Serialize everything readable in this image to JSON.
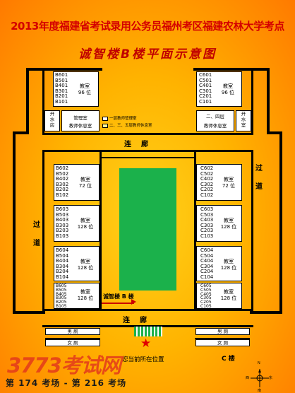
{
  "title": "2013年度福建省考试录用公务员福州考区福建农林大学考点",
  "subtitle": "诚智楼B楼平面示意图",
  "rooms": {
    "b_top": {
      "codes": "B601\nB501\nB401\nB301\nB201\nB101",
      "label": "教室\n96 位"
    },
    "c_top": {
      "codes": "C601\nC501\nC401\nC301\nC201\nC101",
      "label": "教室\n96 位"
    },
    "b2": {
      "codes": "B602\nB502\nB402\nB302\nB202\nB102",
      "label": "教室\n72 位"
    },
    "b3": {
      "codes": "B603\nB503\nB403\nB303\nB203\nB103",
      "label": "教室\n128 位"
    },
    "b4": {
      "codes": "B604\nB504\nB404\nB304\nB204\nB104",
      "label": "教室\n128 位"
    },
    "b5": {
      "codes": "B605\nB505\nB405\nB305\nB205\nB105",
      "label": "教室\n128 位"
    },
    "c2": {
      "codes": "C602\nC502\nC402\nC302\nC202\nC102",
      "label": "教室\n72 位"
    },
    "c3": {
      "codes": "C603\nC503\nC403\nC303\nC203\nC103",
      "label": "教室\n128 位"
    },
    "c4": {
      "codes": "C604\nC504\nC404\nC304\nC204\nC104",
      "label": "教室\n128 位"
    },
    "c5": {
      "codes": "C605\nC505\nC405\nC305\nC205\nC105",
      "label": "教室\n128 位"
    }
  },
  "small_rooms": {
    "b_water": "开\n水\n房",
    "b_manage": "管理室",
    "b_rest": "教师休息室",
    "c_floor": "二、四层",
    "c_rest": "教师休息室",
    "c_water": "开\n水\n室"
  },
  "legend": {
    "item1": "一层教师管理室",
    "item2": "二、三、五层教师休息室"
  },
  "corridor": {
    "top": "连廊",
    "bottom": "连廊"
  },
  "passage": {
    "left": "过\n\n道",
    "right": "过\n\n道"
  },
  "building_label": "诚智楼 B 楼",
  "toilets": {
    "left_male": "男 厕",
    "left_female": "女 厕",
    "right_male": "男 厕",
    "right_female": "女 厕"
  },
  "you_are_here": "您当前所在位置",
  "c_building": "C 楼",
  "footer": "第 174 考场 - 第 216 考场",
  "watermark": "3773考试网",
  "compass": {
    "n": "N",
    "e": "东",
    "w": "西",
    "s": "南"
  },
  "colors": {
    "title": "#d40000",
    "grass": "#1bb14b",
    "star": "#e00000"
  }
}
